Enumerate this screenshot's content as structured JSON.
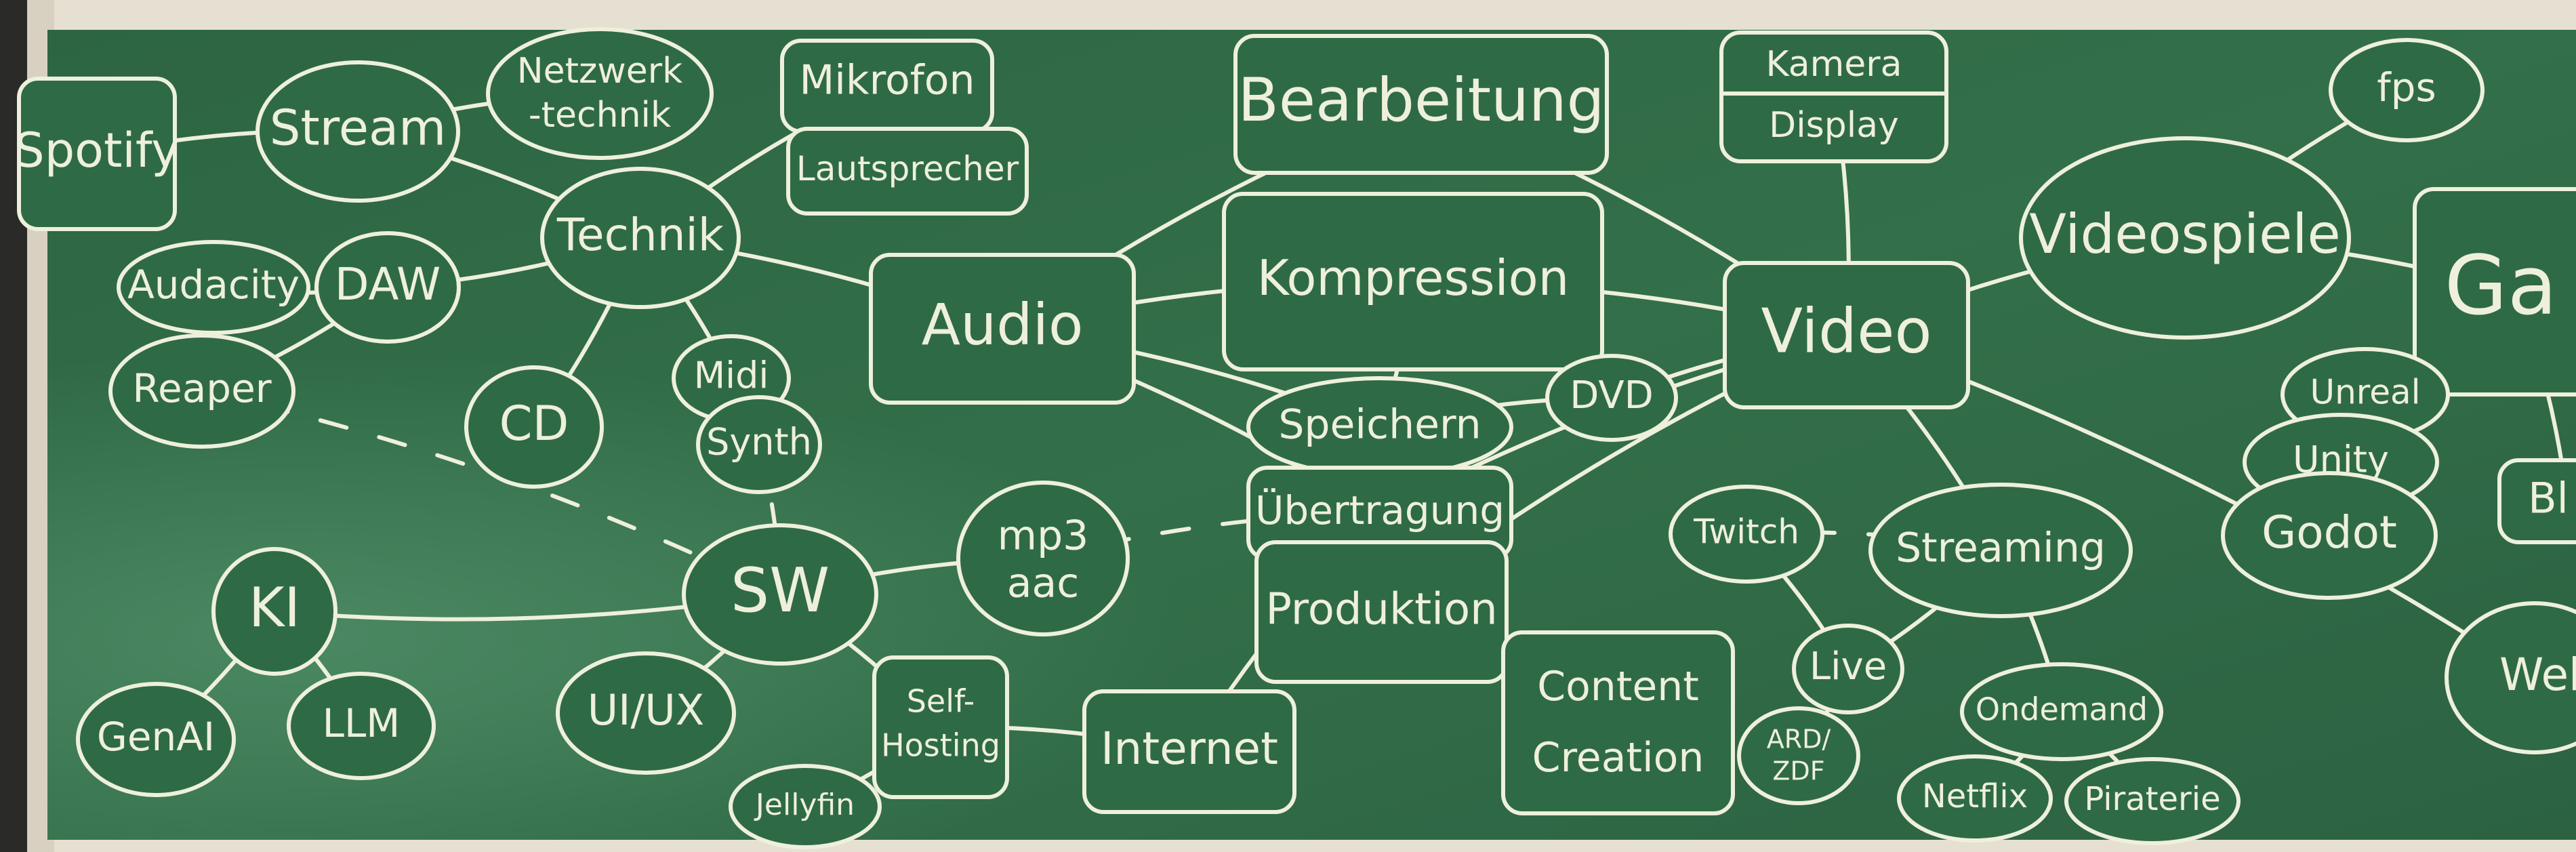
{
  "board": {
    "background_color": "#2f6a46",
    "chalk_color": "#eef0dc",
    "frame_color": "#e6e0d2"
  },
  "nodes": {
    "spotify": "Spotify",
    "stream": "Stream",
    "netzwerk1": "Netzwerk",
    "netzwerk2": "-technik",
    "mikrofon": "Mikrofon",
    "lautsprecher": "Lautsprecher",
    "technik": "Technik",
    "audacity": "Audacity",
    "daw": "DAW",
    "reaper": "Reaper",
    "cd": "CD",
    "midi": "Midi",
    "synth": "Synth",
    "ki": "KI",
    "genai": "GenAI",
    "llm": "LLM",
    "sw": "SW",
    "uiux": "UI/UX",
    "mp3": "mp3",
    "aac": "aac",
    "self1": "Self-",
    "self2": "Hosting",
    "jellyfin": "Jellyfin",
    "internet": "Internet",
    "audio": "Audio",
    "bearbeitung": "Bearbeitung",
    "kompression": "Kompression",
    "speichern": "Speichern",
    "uebertragung": "Übertragung",
    "produktion": "Produktion",
    "dvd": "DVD",
    "content1": "Content",
    "content2": "Creation",
    "kamera": "Kamera",
    "display": "Display",
    "video": "Video",
    "videospiele": "Videospiele",
    "fps": "fps",
    "games": "Ga",
    "unreal": "Unreal",
    "unity": "Unity",
    "godot": "Godot",
    "blender": "Bl",
    "web": "Web",
    "twitch": "Twitch",
    "streaming": "Streaming",
    "live": "Live",
    "ard1": "ARD/",
    "ard2": "ZDF",
    "ondemand": "Ondemand",
    "netflix": "Netflix",
    "piraterie": "Piraterie"
  },
  "edges": [
    [
      "spotify",
      "stream"
    ],
    [
      "stream",
      "netzwerk"
    ],
    [
      "stream",
      "technik"
    ],
    [
      "technik",
      "mikrofon"
    ],
    [
      "technik",
      "daw"
    ],
    [
      "daw",
      "audacity"
    ],
    [
      "daw",
      "reaper"
    ],
    [
      "technik",
      "cd"
    ],
    [
      "technik",
      "midi"
    ],
    [
      "midi",
      "synth"
    ],
    [
      "technik",
      "audio"
    ],
    [
      "audio",
      "bearbeitung"
    ],
    [
      "audio",
      "kompression"
    ],
    [
      "audio",
      "speichern"
    ],
    [
      "audio",
      "uebertragung"
    ],
    [
      "bearbeitung",
      "video"
    ],
    [
      "kompression",
      "video"
    ],
    [
      "kompression",
      "speichern"
    ],
    [
      "speichern",
      "dvd"
    ],
    [
      "dvd",
      "video"
    ],
    [
      "uebertragung",
      "video"
    ],
    [
      "produktion",
      "video"
    ],
    [
      "produktion",
      "content"
    ],
    [
      "internet",
      "uebertragung"
    ],
    [
      "sw",
      "ki"
    ],
    [
      "ki",
      "genai"
    ],
    [
      "ki",
      "llm"
    ],
    [
      "sw",
      "uiux"
    ],
    [
      "sw",
      "mp3"
    ],
    [
      "sw",
      "selfhosting"
    ],
    [
      "selfhosting",
      "jellyfin"
    ],
    [
      "selfhosting",
      "internet"
    ],
    [
      "kamera",
      "video"
    ],
    [
      "video",
      "videospiele"
    ],
    [
      "videospiele",
      "fps"
    ],
    [
      "videospiele",
      "games"
    ],
    [
      "games",
      "blender"
    ],
    [
      "video",
      "streaming"
    ],
    [
      "video",
      "web"
    ],
    [
      "streaming",
      "live"
    ],
    [
      "twitch",
      "live"
    ],
    [
      "live",
      "ard"
    ],
    [
      "streaming",
      "ondemand"
    ],
    [
      "ondemand",
      "netflix"
    ],
    [
      "ondemand",
      "piraterie"
    ]
  ],
  "dashed_edges": [
    [
      "reaper",
      "sw"
    ],
    [
      "synth",
      "sw"
    ],
    [
      "mp3",
      "uebertragung"
    ],
    [
      "twitch",
      "streaming"
    ]
  ]
}
